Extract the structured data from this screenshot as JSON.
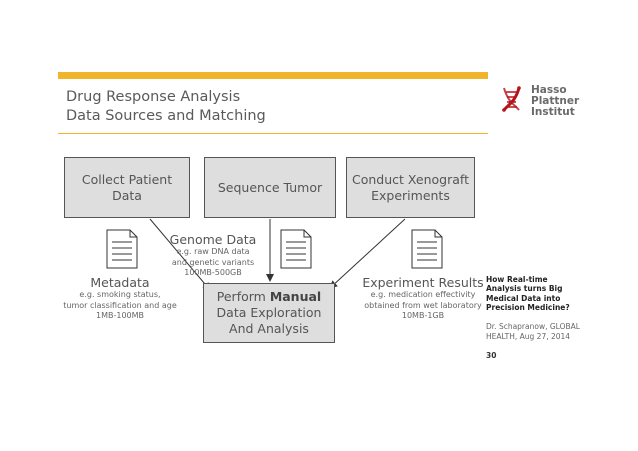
{
  "colors": {
    "accent": "#f0b52d",
    "box_fill": "#dedede",
    "logo_red": "#b5121b"
  },
  "slide": {
    "title_line1": "Drug Response Analysis",
    "title_line2": "Data Sources and Matching"
  },
  "logo": {
    "line1": "Hasso",
    "line2": "Plattner",
    "line3": "Institut"
  },
  "diagram": {
    "collect_line1": "Collect Patient",
    "collect_line2": "Data",
    "sequence": "Sequence Tumor",
    "xeno_line1": "Conduct Xenograft",
    "xeno_line2": "Experiments",
    "perform_pre": "Perform ",
    "perform_bold": "Manual",
    "perform_line2": "Data Exploration",
    "perform_line3": "And Analysis",
    "metadata": {
      "title": "Metadata",
      "line1": "e.g. smoking status,",
      "line2": "tumor classification and age",
      "line3": "1MB-100MB"
    },
    "genome": {
      "title": "Genome Data",
      "line1": "e.g. raw DNA data",
      "line2": "and genetic variants",
      "line3": "100MB-500GB"
    },
    "experiment": {
      "title": "Experiment Results",
      "line1": "e.g. medication effectivity",
      "line2": "obtained from wet laboratory",
      "line3": "10MB-1GB"
    }
  },
  "sidebar": {
    "q_line1": "How Real-time",
    "q_line2": "Analysis turns Big",
    "q_line3": "Medical Data into",
    "q_line4": "Precision Medicine?",
    "author_line1": "Dr. Schapranow, GLOBAL",
    "author_line2": "HEALTH, Aug 27, 2014",
    "page_number": "30"
  }
}
